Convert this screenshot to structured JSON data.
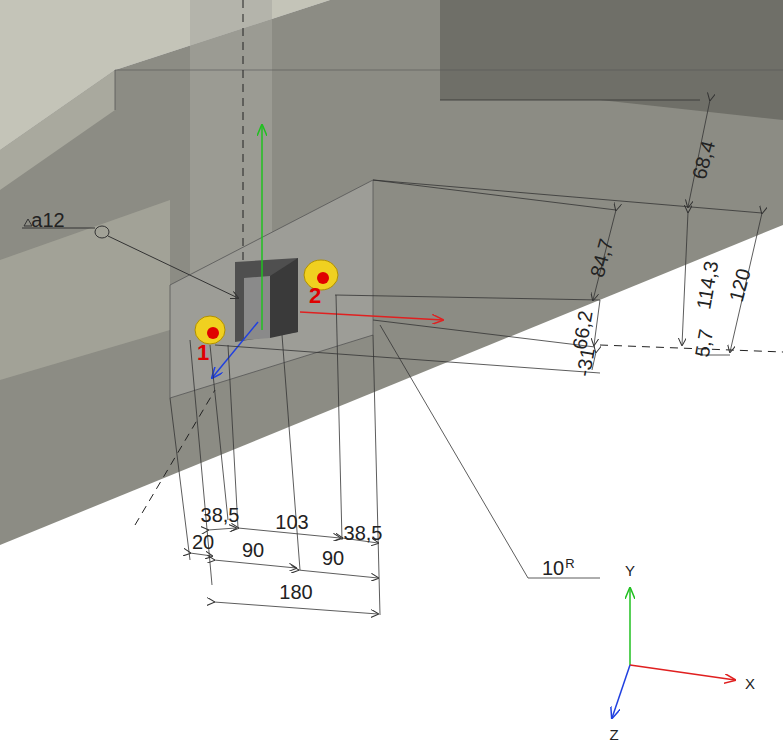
{
  "diagram": {
    "labels": [
      "a12",
      "1",
      "2",
      "68,4",
      "84,7",
      "114,3",
      "120",
      "66,2",
      "-31",
      "5,7",
      "38,5",
      "103",
      "38,5",
      "20",
      "90",
      "90",
      "180",
      "10",
      "R",
      "Y",
      "X",
      "Z"
    ]
  }
}
